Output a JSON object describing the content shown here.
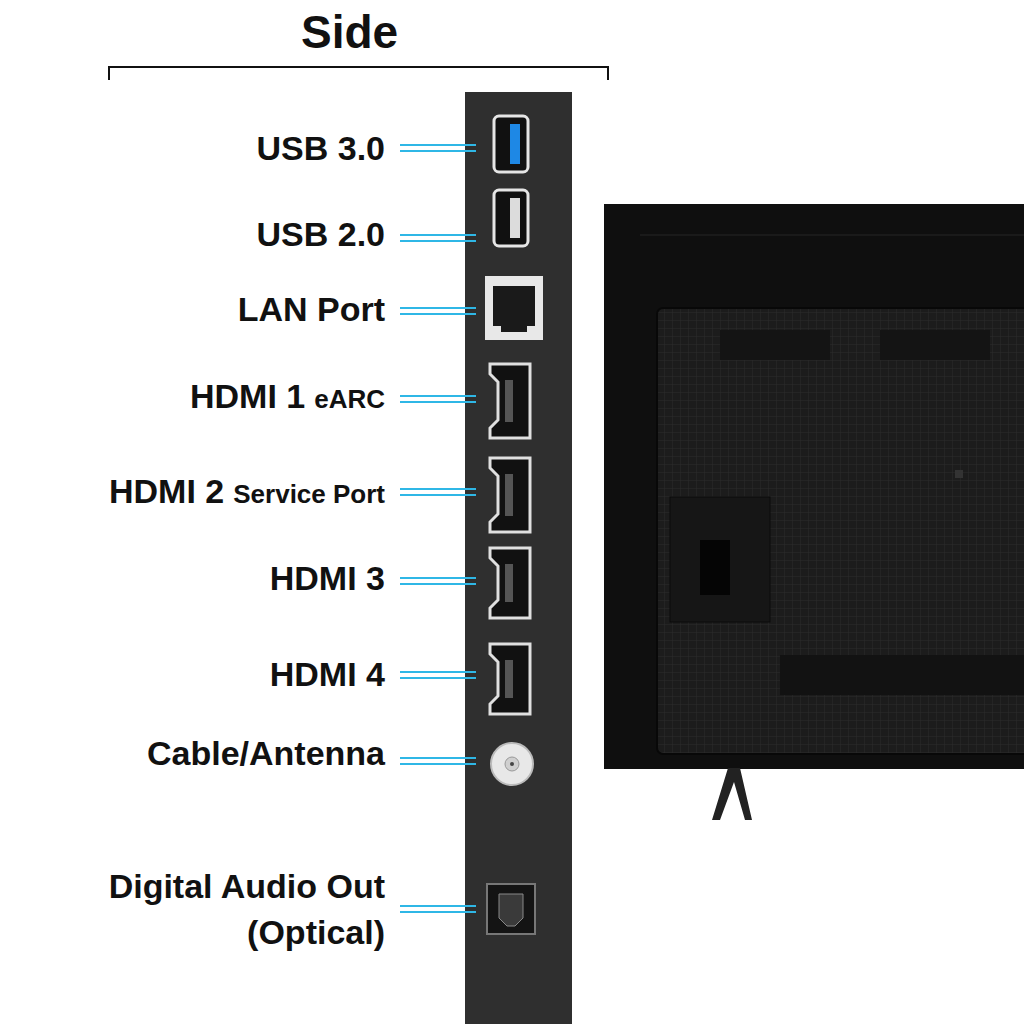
{
  "diagram": {
    "title": "Side",
    "labels": [
      "USB 3.0",
      "USB 2.0",
      "LAN Port",
      "HDMI 1",
      "eARC",
      "HDMI 2",
      "Service Port",
      "HDMI 3",
      "HDMI 4",
      "Cable/Antenna",
      "Digital Audio Out (Optical)"
    ]
  }
}
